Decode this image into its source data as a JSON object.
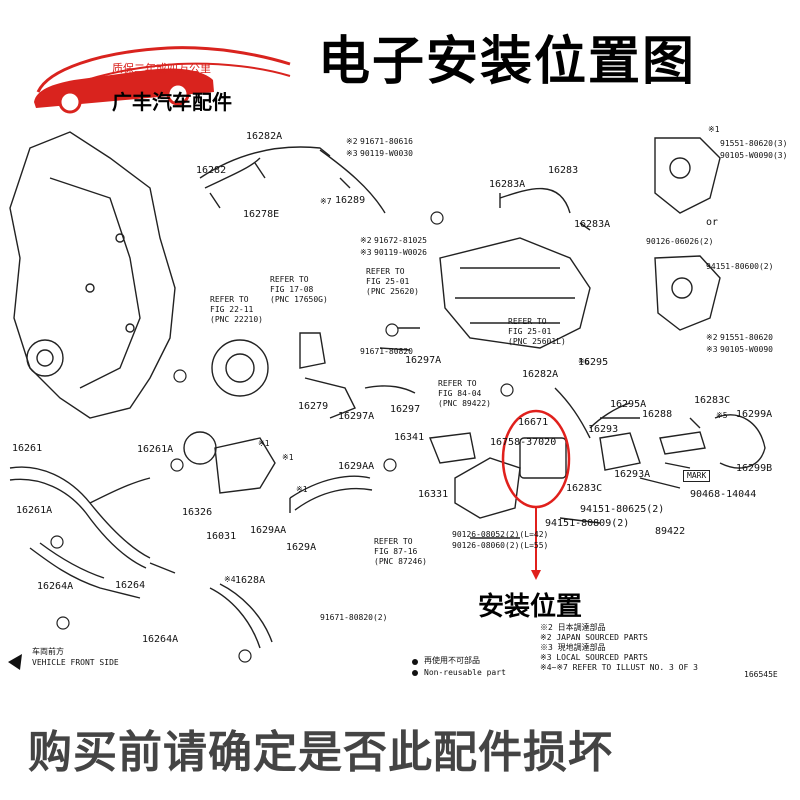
{
  "header": {
    "logo": {
      "slogan": "质保二年或四万公里",
      "brand": "广丰汽车配件"
    },
    "headline": "电子安装位置图"
  },
  "diagram": {
    "part_labels": [
      "16282A",
      "16282",
      "16278E",
      "16289",
      "16283",
      "16283A",
      "16283A",
      "16279",
      "16297A",
      "16297",
      "16297A",
      "16282A",
      "16295",
      "16295A",
      "16671",
      "16758-37020",
      "16293",
      "16288",
      "16283C",
      "16299A",
      "16299B",
      "16293A",
      "16283C",
      "16341",
      "16331",
      "16261",
      "16261A",
      "16261A",
      "16326",
      "16031",
      "1629AA",
      "1629AA",
      "1629A",
      "16264A",
      "16264",
      "16264A",
      "1628A",
      "89422",
      "90468-14044",
      "94151-80625(2)",
      "94151-80809(2)"
    ],
    "ref_labels": [
      "91671-80616",
      "90119-W0030",
      "91672-81025",
      "90119-W0026",
      "91551-80620(3)",
      "90105-W0090(3)",
      "or",
      "90126-06026(2)",
      "94151-80600(2)",
      "91551-80620",
      "90105-W0090",
      "REFER TO",
      "FIG 17-08",
      "(PNC 17650G)",
      "REFER TO",
      "FIG 22-11",
      "(PNC 22210)",
      "REFER TO",
      "FIG 25-01",
      "(PNC 25620)",
      "REFER TO",
      "FIG 25-01",
      "(PNC 25601L)",
      "91671-80820",
      "REFER TO",
      "FIG 84-04",
      "(PNC 89422)",
      "90126-08052(2)(L=42)",
      "90126-08060(2)(L=55)",
      "REFER TO",
      "FIG 87-16",
      "(PNC 87246)",
      "91671-80820(2)",
      "MARK",
      "※2",
      "※3",
      "※2",
      "※3",
      "※1",
      "※1",
      "※1",
      "※6",
      "※5",
      "※7",
      "※4",
      "※1",
      "※2",
      "※3"
    ],
    "legend": {
      "vehicle_front_cn": "车両前方",
      "vehicle_front_en": "VEHICLE FRONT SIDE",
      "nonreusable_cn": "再使用不可部品",
      "nonreusable_en": "Non-reusable part",
      "notes": [
        "※2  日本調達部品",
        "※2  JAPAN SOURCED PARTS",
        "※3  現地調達部品",
        "※3  LOCAL SOURCED PARTS",
        "※4~※7  REFER TO ILLUST NO. 3 OF 3"
      ],
      "illust_no": "166545E"
    },
    "install_callout": "安装位置",
    "highlight_color": "#e0201c"
  },
  "footer": {
    "text": "购买前请确定是否此配件损坏"
  },
  "colors": {
    "brand_red": "#d9231e",
    "text_black": "#000000",
    "footer_gray": "#444444"
  }
}
